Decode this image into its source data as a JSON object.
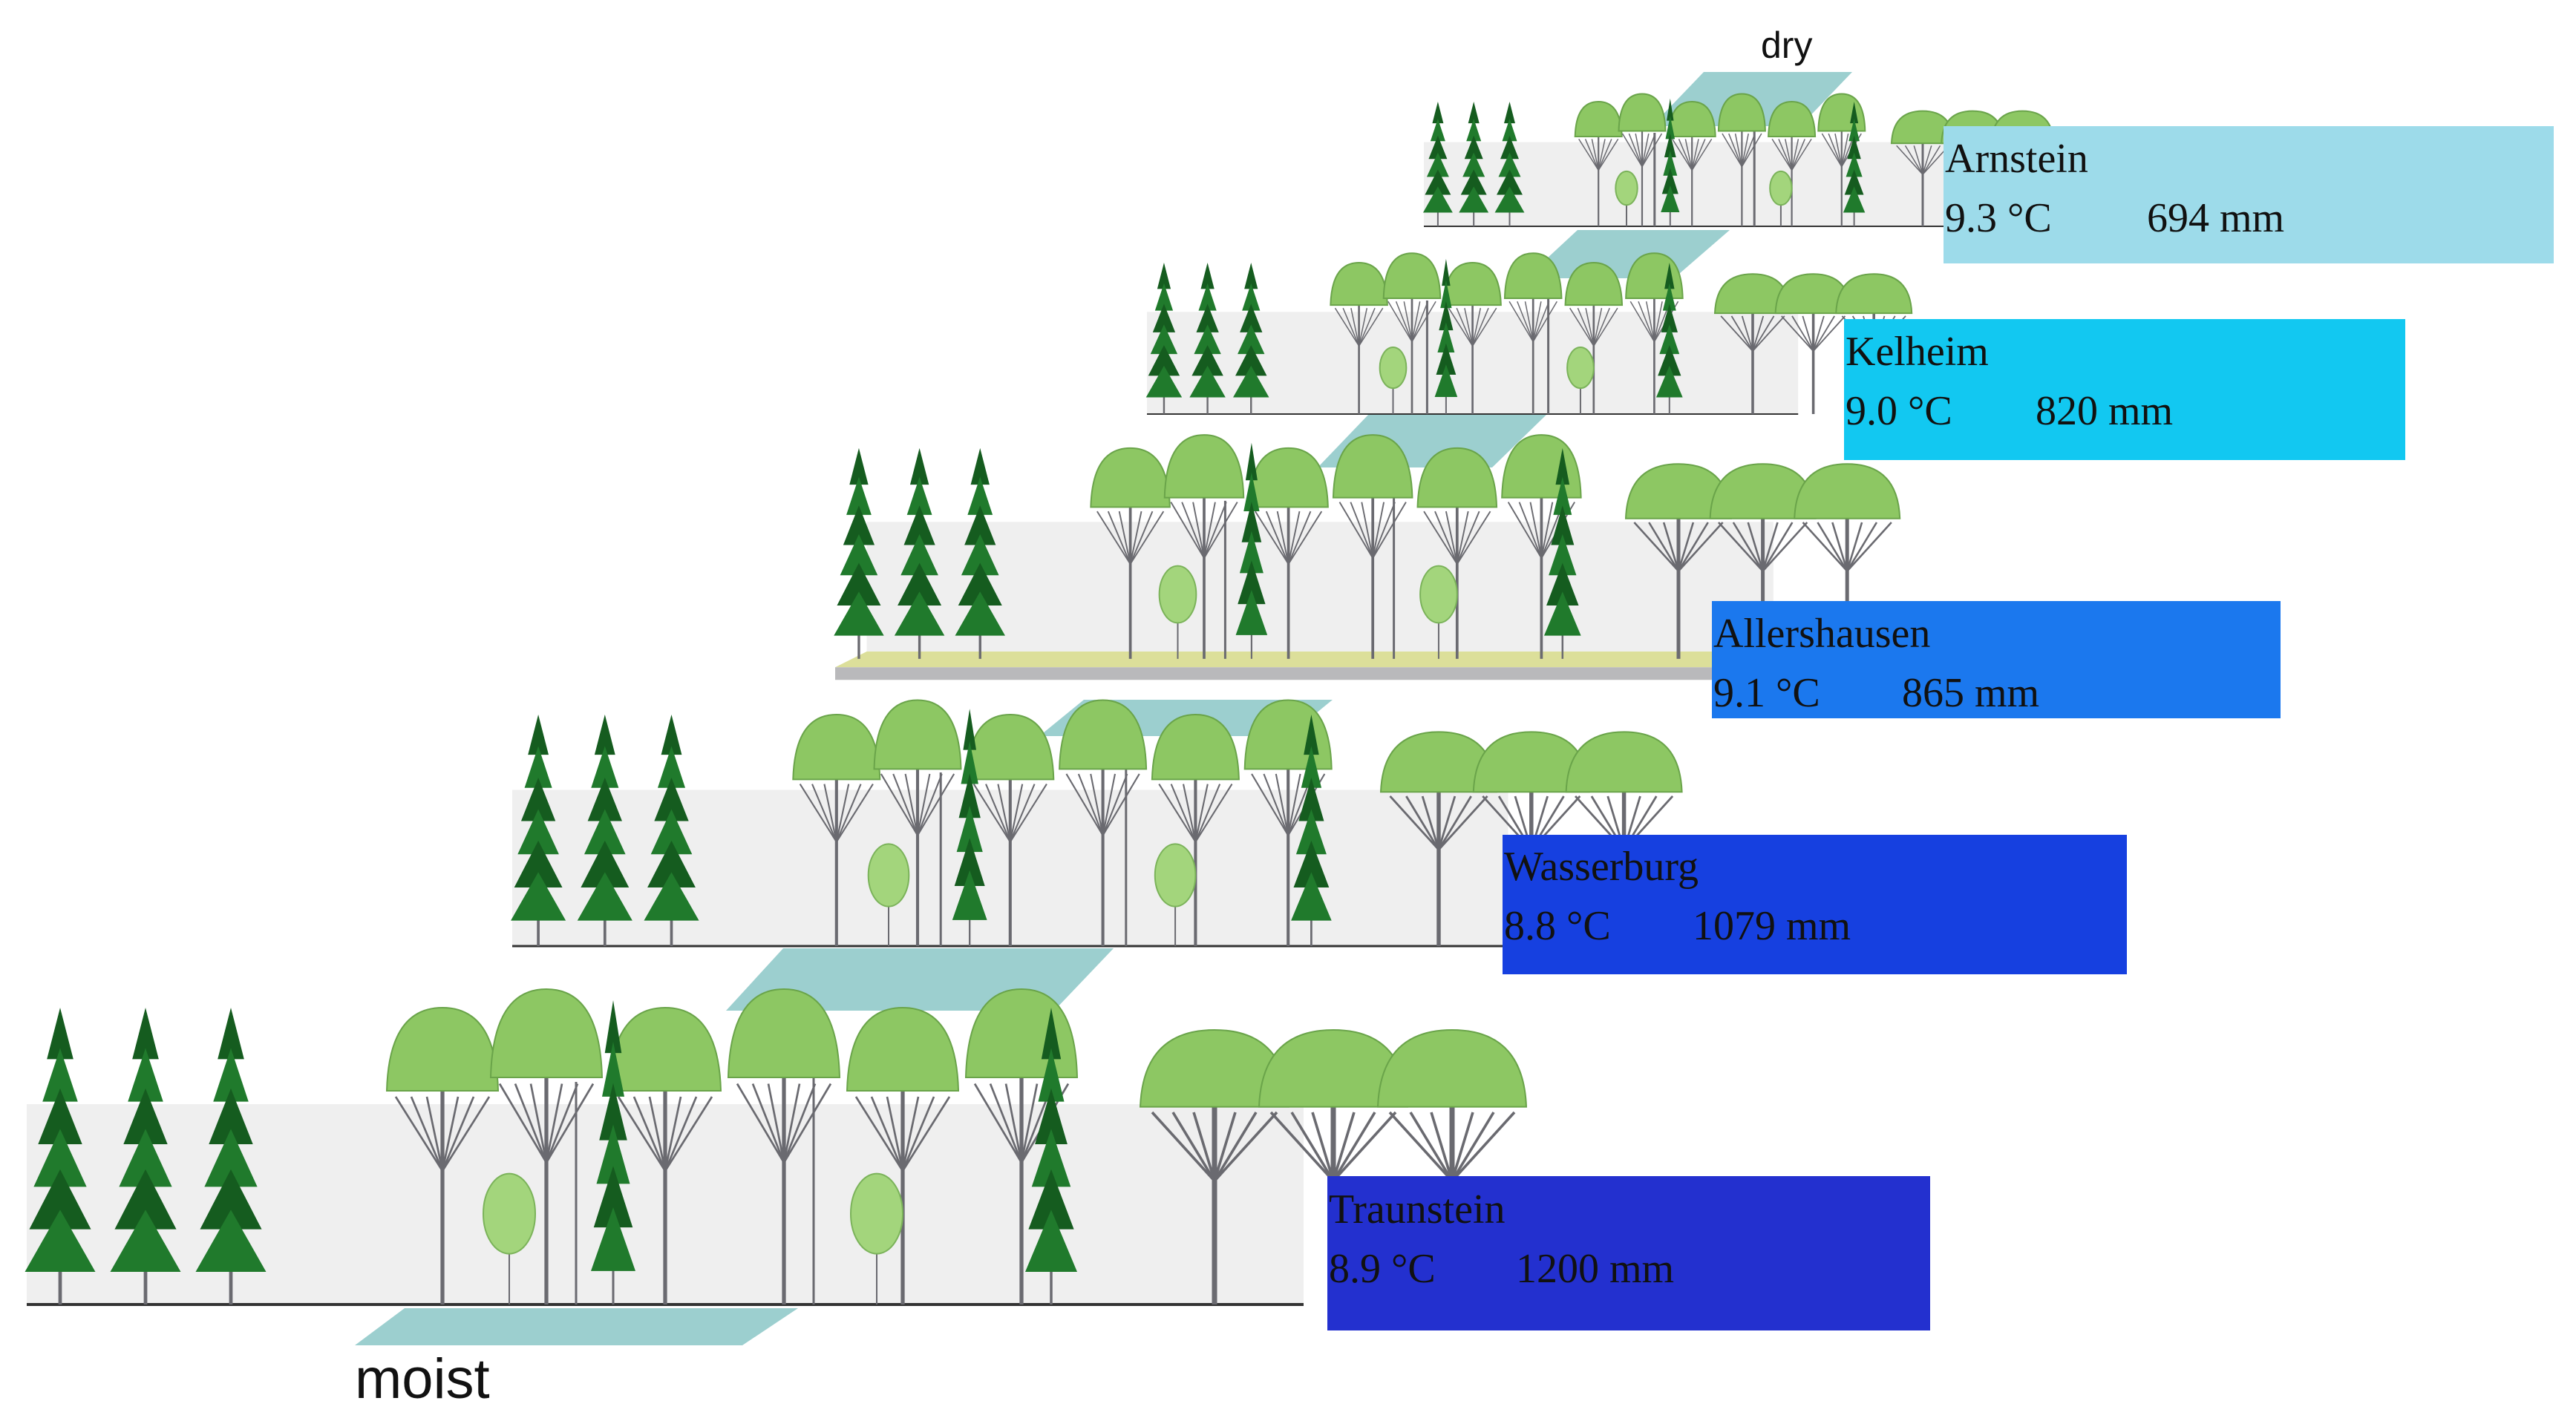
{
  "gradient": {
    "dry_label": "dry",
    "moist_label": "moist"
  },
  "sites": [
    {
      "name": "Arnstein",
      "temperature": "9.3 °C",
      "precipitation": "694 mm",
      "color": "#9ddbea"
    },
    {
      "name": "Kelheim",
      "temperature": "9.0 °C",
      "precipitation": "820 mm",
      "color": "#12c8f1"
    },
    {
      "name": "Allershausen",
      "temperature": "9.1 °C",
      "precipitation": "865 mm",
      "color": "#1b78ee"
    },
    {
      "name": "Wasserburg",
      "temperature": "8.8 °C",
      "precipitation": "1079 mm",
      "color": "#1640e0"
    },
    {
      "name": "Traunstein",
      "temperature": "8.9 °C",
      "precipitation": "1200 mm",
      "color": "#2330cf"
    }
  ],
  "colors": {
    "band": "#efefef",
    "parallelogram": "#9ccfcf",
    "conifer": "#207a2c",
    "conifer_dark": "#155c1f",
    "broadleaf": "#8dc763",
    "broadleaf_light": "#a3d57c",
    "trunk": "#6a6a70",
    "ground": "#333333",
    "allershausen_floor": "#dcdf9a",
    "allershausen_base": "#b9b9bb"
  }
}
